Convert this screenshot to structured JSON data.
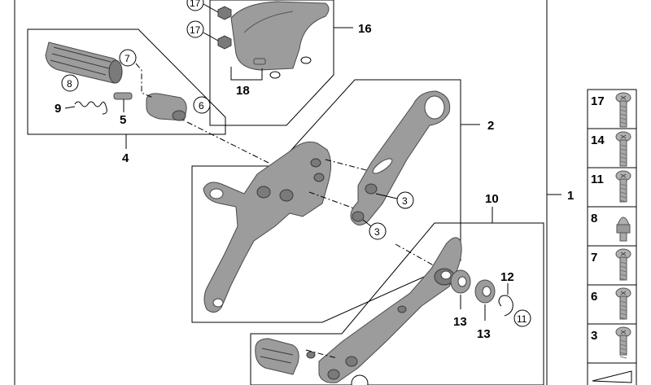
{
  "callouts": {
    "c1": "1",
    "c2": "2",
    "c3a": "3",
    "c3b": "3",
    "c4": "4",
    "c5": "5",
    "c6": "6",
    "c7": "7",
    "c8": "8",
    "c9": "9",
    "c10": "10",
    "c11": "11",
    "c12": "12",
    "c13a": "13",
    "c13b": "13",
    "c16": "16",
    "c17a": "17",
    "c17b": "17",
    "c18": "18"
  },
  "screw_panel": [
    {
      "label": "17",
      "icon": "screw-17-icon"
    },
    {
      "label": "14",
      "icon": "screw-14-icon"
    },
    {
      "label": "11",
      "icon": "screw-11-icon"
    },
    {
      "label": "8",
      "icon": "cap-nut-8-icon"
    },
    {
      "label": "7",
      "icon": "screw-7-icon"
    },
    {
      "label": "6",
      "icon": "screw-6-icon"
    },
    {
      "label": "3",
      "icon": "screw-3-icon"
    }
  ],
  "colors": {
    "part": "#9c9c9c",
    "part_dark": "#7a7a7a",
    "line": "#000000",
    "background": "#ffffff"
  }
}
